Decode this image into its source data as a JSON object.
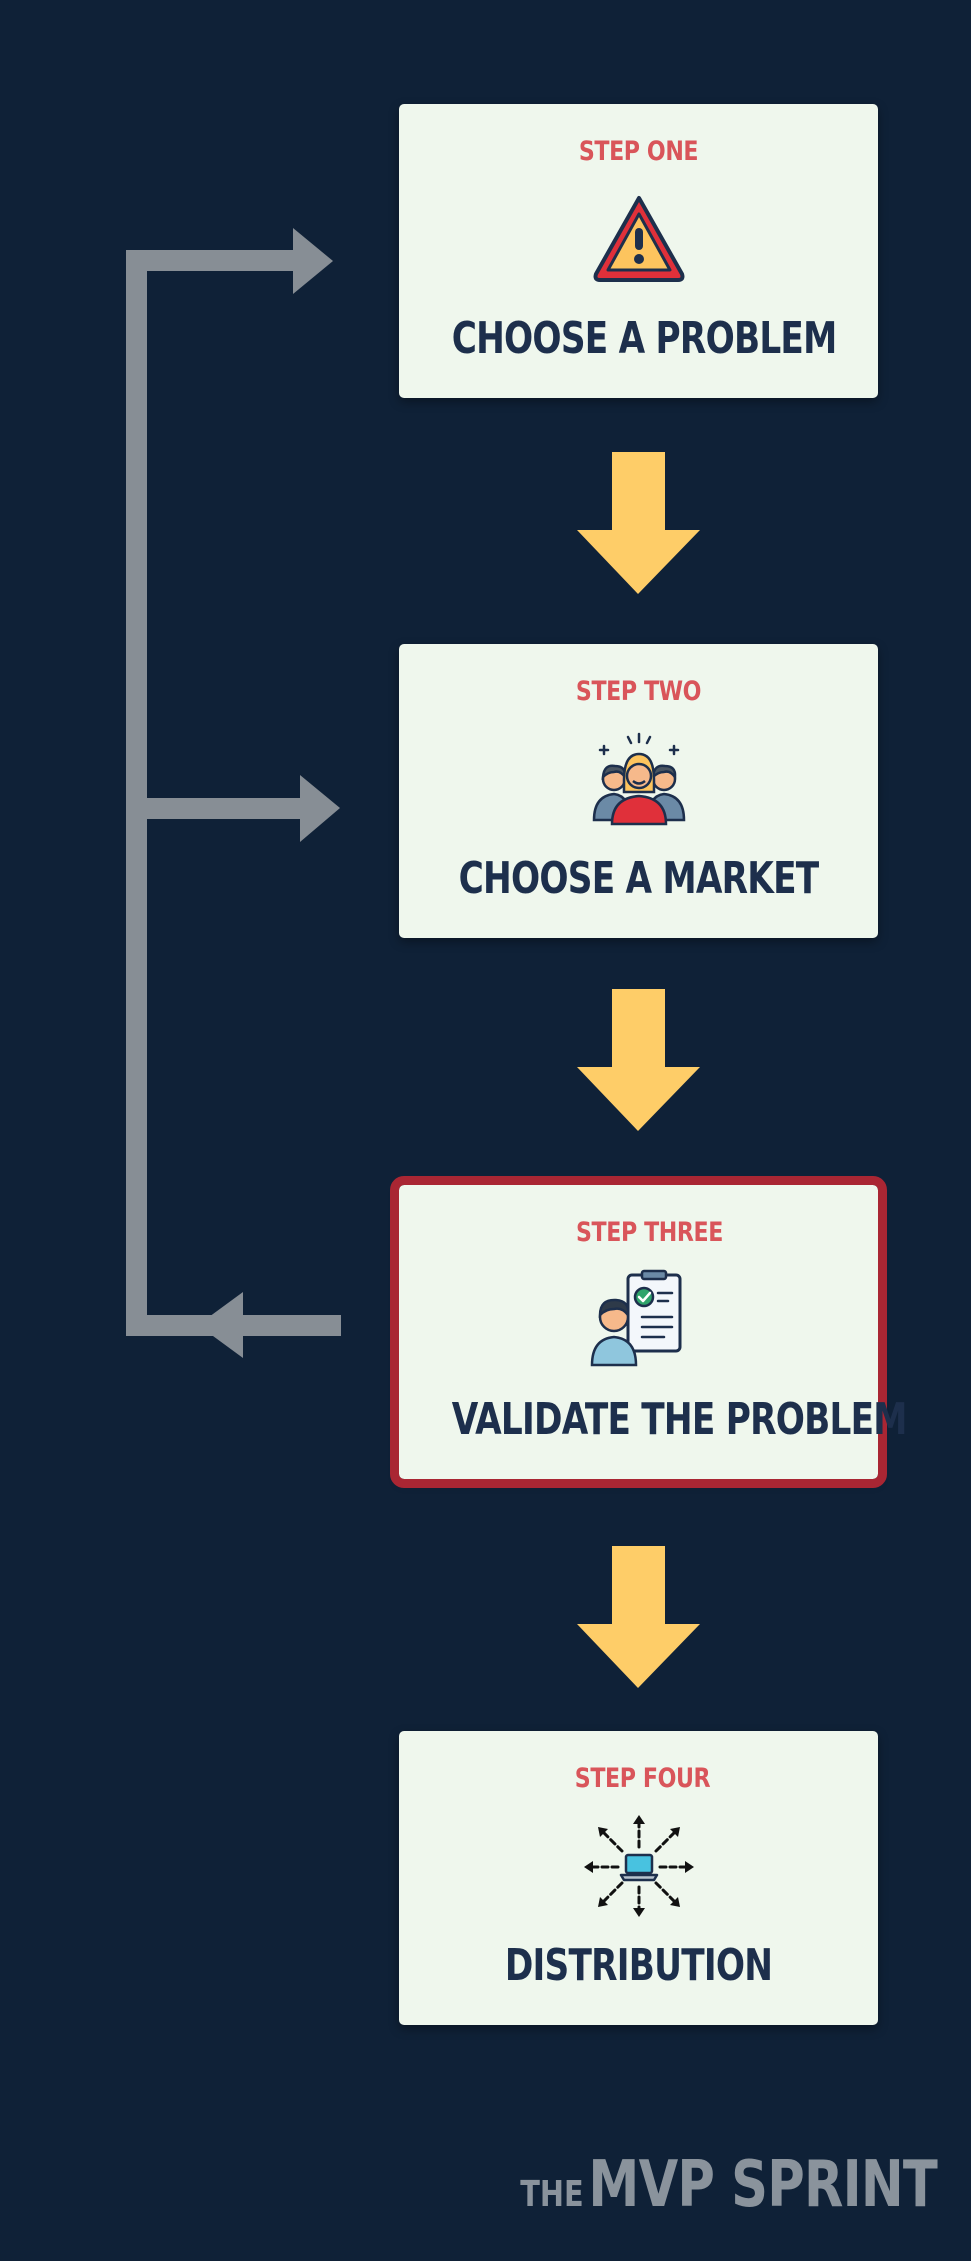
{
  "steps": [
    {
      "label": "STEP ONE",
      "title": "CHOOSE A PROBLEM",
      "icon": "warning-icon"
    },
    {
      "label": "STEP TWO",
      "title": "CHOOSE A MARKET",
      "icon": "people-group-icon"
    },
    {
      "label": "STEP THREE",
      "title": "VALIDATE THE PROBLEM",
      "icon": "validation-clipboard-icon"
    },
    {
      "label": "STEP FOUR",
      "title": "DISTRIBUTION",
      "icon": "distribution-laptop-icon"
    }
  ],
  "brand": {
    "prefix": "THE",
    "name": "MVP SPRINT"
  },
  "colors": {
    "background": "#0f2137",
    "card": "#eff7ed",
    "step_label": "#d9555a",
    "title": "#1d2f4c",
    "down_arrow": "#fecd68",
    "loop_arrow": "#878e95",
    "highlight_border": "#a92633"
  }
}
